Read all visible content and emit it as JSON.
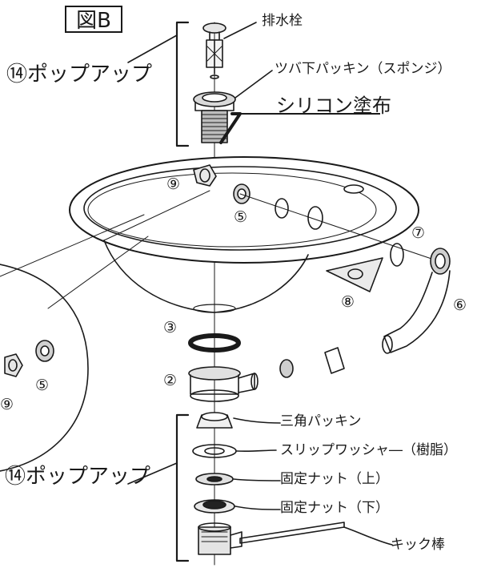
{
  "figure_label": "図B",
  "labels": {
    "popup_top": "⑭ポップアップ",
    "popup_bottom": "⑭ポップアップ",
    "drain_plug": "排水栓",
    "flange_packing": "ツバ下パッキン（スポンジ）",
    "silicone": "シリコン塗布",
    "triangle_packing": "三角パッキン",
    "slip_washer": "スリップワッシャ―（樹脂）",
    "fixing_nut_upper": "固定ナット（上）",
    "fixing_nut_lower": "固定ナット（下）",
    "kick_rod": "キック棒"
  },
  "part_numbers": {
    "n9_bowl": "⑨",
    "n5_bowl": "⑤",
    "n7": "⑦",
    "n6": "⑥",
    "n8": "⑧",
    "n3": "③",
    "n2": "②",
    "n9_detail": "⑨",
    "n5_detail": "⑤"
  }
}
